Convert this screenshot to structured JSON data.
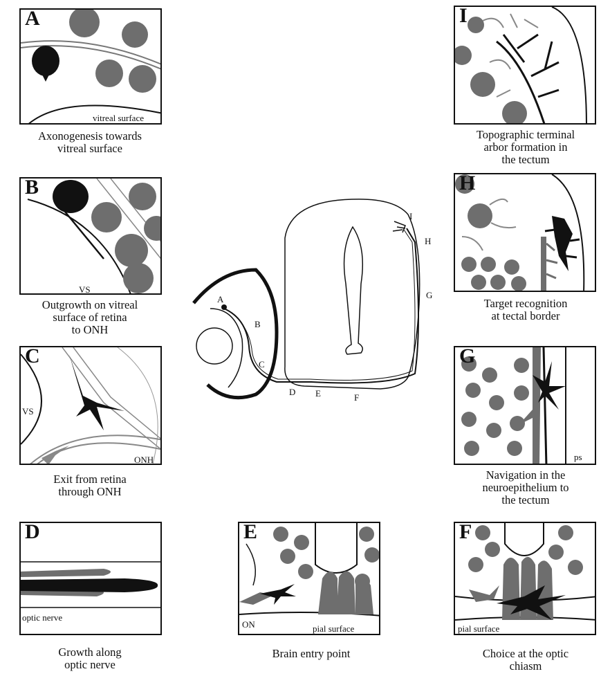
{
  "panels": {
    "A": {
      "letter": "A",
      "label": "vitreal surface",
      "caption": "Axonogenesis towards\nvitreal surface"
    },
    "B": {
      "letter": "B",
      "label": "VS",
      "caption": "Outgrowth on vitreal\nsurface of retina\nto ONH"
    },
    "C": {
      "letter": "C",
      "label_vs": "VS",
      "label_onh": "ONH",
      "caption": "Exit from retina\nthrough ONH"
    },
    "D": {
      "letter": "D",
      "label": "optic nerve",
      "caption": "Growth along\noptic nerve"
    },
    "E": {
      "letter": "E",
      "label_on": "ON",
      "label_pial": "pial surface",
      "caption": "Brain entry point"
    },
    "F": {
      "letter": "F",
      "label_pial": "pial surface",
      "caption": "Choice at the optic\nchiasm"
    },
    "G": {
      "letter": "G",
      "label": "ps",
      "caption": "Navigation in the\nneuroepithelium to\nthe tectum"
    },
    "H": {
      "letter": "H",
      "caption": "Target recognition\nat tectal border"
    },
    "I": {
      "letter": "I",
      "caption": "Topographic terminal\narbor formation in\nthe tectum"
    }
  },
  "center_labels": [
    "A",
    "B",
    "C",
    "D",
    "E",
    "F",
    "G",
    "H",
    "I"
  ],
  "colors": {
    "gray": "#6e6e6e",
    "black": "#111111",
    "outline": "#111111"
  }
}
